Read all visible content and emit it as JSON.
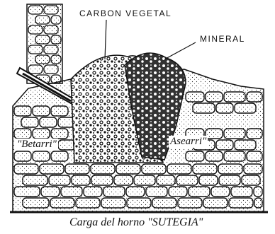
{
  "labels": {
    "charcoal": "CARBON VEGETAL",
    "mineral": "MINERAL",
    "left_chamber": "\"Betarri\"",
    "right_chamber": "Asearri\""
  },
  "caption": "Carga del horno \"SUTEGIA\"",
  "colors": {
    "ink": "#111111",
    "paper": "#ffffff",
    "stone_fill": "#fbfbfb"
  },
  "icons": {
    "tuyere": "tuyere-nozzle-icon"
  }
}
